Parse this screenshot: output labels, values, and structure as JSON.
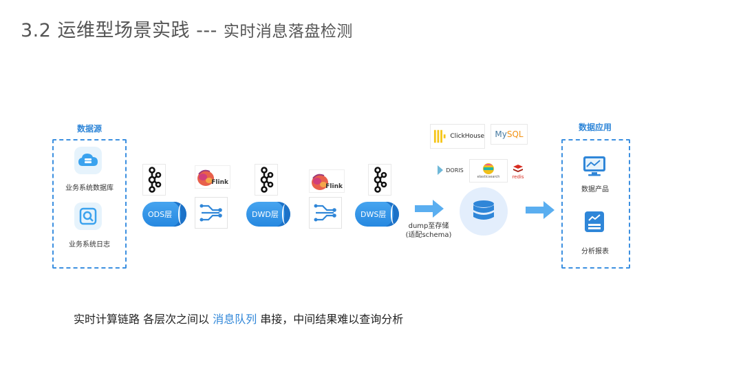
{
  "header": {
    "title_main": "3.2 运维型场景实践 --- ",
    "title_sub": "实时消息落盘检测"
  },
  "data_source": {
    "title": "数据源",
    "items": [
      {
        "label": "业务系统数据库",
        "icon": "cloud-database-icon"
      },
      {
        "label": "业务系统日志",
        "icon": "log-search-icon"
      }
    ]
  },
  "layers": [
    {
      "label": "ODS层"
    },
    {
      "label": "DWD层"
    },
    {
      "label": "DWS层"
    }
  ],
  "flink_label": "Flink",
  "dump_arrow": {
    "line1": "dump至存储",
    "line2": "(适配schema)"
  },
  "storage_logos": {
    "clickhouse": "ClickHouse",
    "mysql_my": "My",
    "mysql_sql": "SQL",
    "doris": "DORIS",
    "elastic": "elasticsearch",
    "redis": "redis"
  },
  "data_app": {
    "title": "数据应用",
    "items": [
      {
        "label": "数据产品",
        "icon": "monitor-chart-icon"
      },
      {
        "label": "分析报表",
        "icon": "report-icon"
      }
    ]
  },
  "caption": {
    "before": "实时计算链路 各层次之间以 ",
    "highlight": "消息队列",
    "after": " 串接，中间结果难以查询分析"
  },
  "colors": {
    "accent": "#2f86d8",
    "cylinder": "#2688e0",
    "arrow": "#5aaef0"
  }
}
